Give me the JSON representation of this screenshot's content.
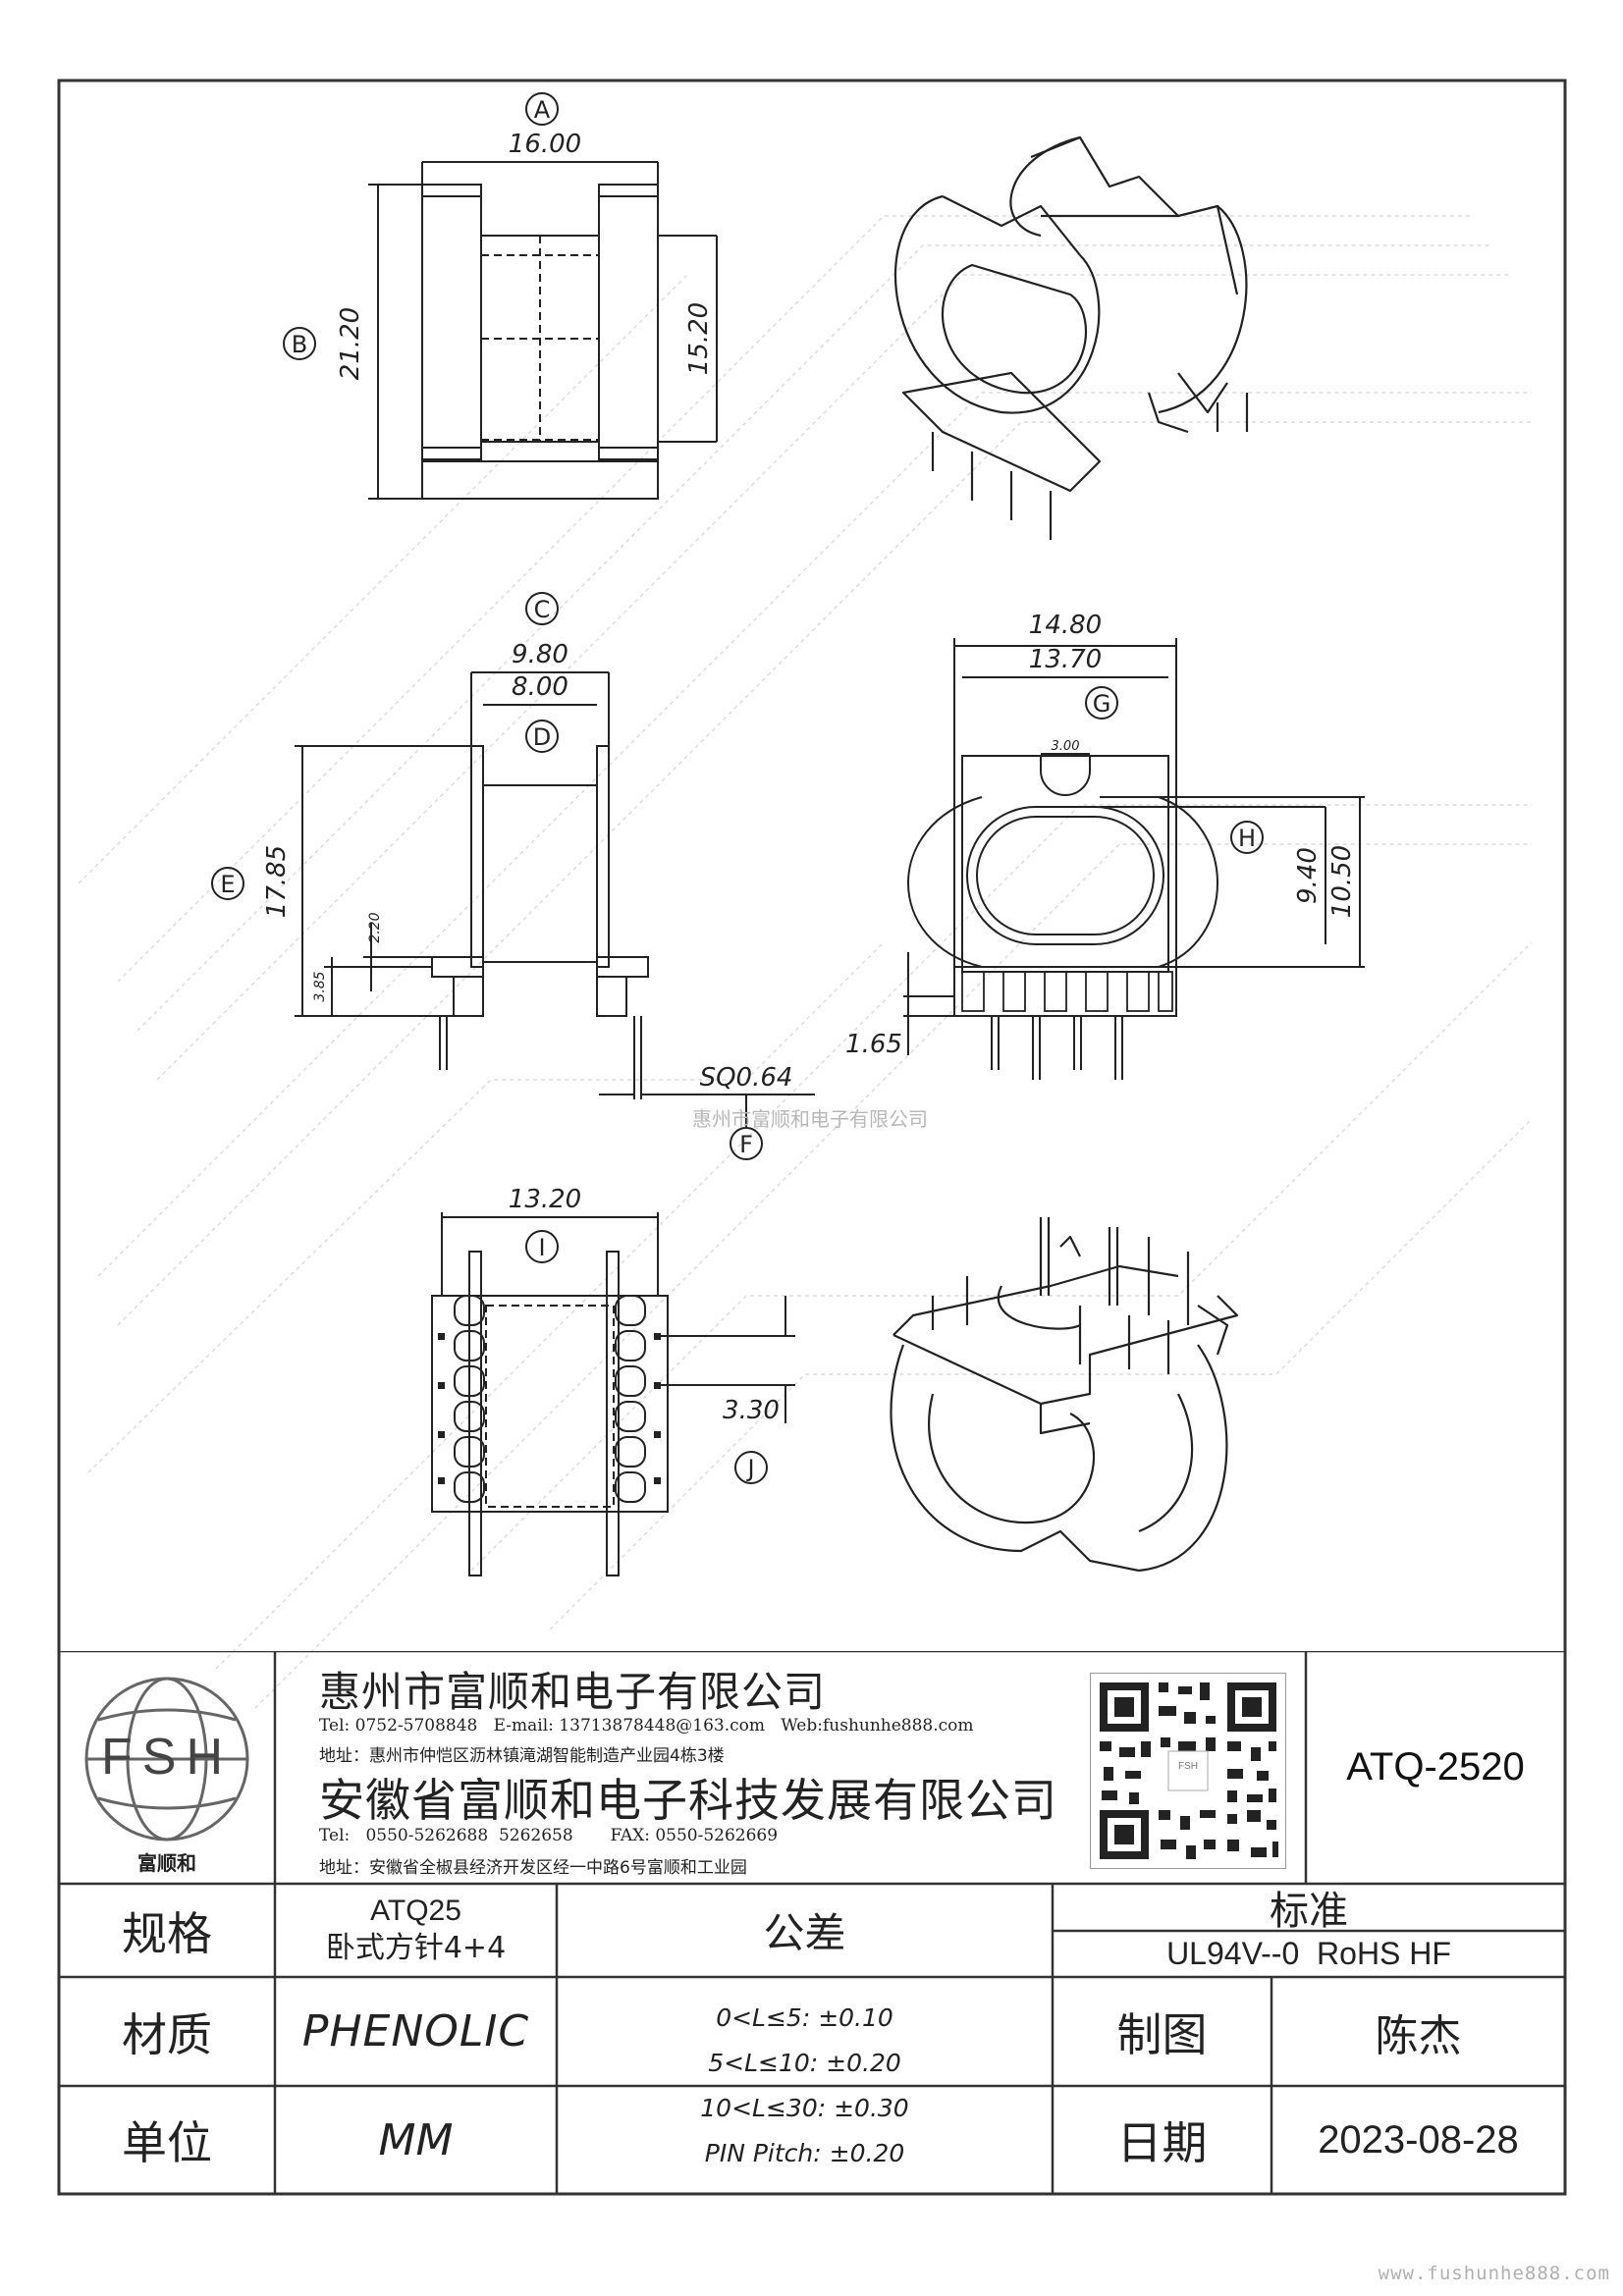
{
  "drawing": {
    "dims": {
      "a_width": "16.00",
      "b_height": "21.20",
      "b_inner": "15.20",
      "c_width": "9.80",
      "d_width": "8.00",
      "e_height": "17.85",
      "e_small1": "2.20",
      "e_small2": "3.85",
      "f_pin": "SQ0.64",
      "g_outer": "14.80",
      "g_inner": "13.70",
      "g_slot": "3.00",
      "h_inner": "9.40",
      "h_outer": "10.50",
      "h_pin": "1.65",
      "i_width": "13.20",
      "j_pitch": "3.30"
    },
    "markers": [
      "A",
      "B",
      "C",
      "D",
      "E",
      "F",
      "G",
      "H",
      "I",
      "J"
    ],
    "watermark_center": "惠州市富顺和电子有限公司"
  },
  "title_block": {
    "logo_text": "FSH",
    "logo_caption": "富顺和",
    "company1": "惠州市富顺和电子有限公司",
    "company1_contact": "Tel: 0752-5708848   E-mail: 13713878448@163.com   Web:fushunhe888.com",
    "company1_address": "地址：惠州市仲恺区沥林镇滝湖智能制造产业园4栋3楼",
    "company2": "安徽省富顺和电子科技发展有限公司",
    "company2_contact": "Tel:   0550-5262688  5262658       FAX: 0550-5262669",
    "company2_address": "地址：安徽省全椒县经济开发区经一中路6号富顺和工业园",
    "part_number": "ATQ-2520",
    "spec_label": "规格",
    "spec_value_line1": "ATQ25",
    "spec_value_line2": "卧式方针4+4",
    "material_label": "材质",
    "material_value": "PHENOLIC",
    "unit_label": "单位",
    "unit_value": "MM",
    "tolerance_label": "公差",
    "tolerances": [
      "0<L≤5: ±0.10",
      "5<L≤10: ±0.20",
      "10<L≤30: ±0.30",
      "PIN Pitch: ±0.20"
    ],
    "standard_label": "标准",
    "standard_value": "UL94V--0  RoHS HF",
    "drawn_label": "制图",
    "drawn_value": "陈杰",
    "date_label": "日期",
    "date_value": "2023-08-28"
  },
  "footer_watermark": "www.fushunhe888.com"
}
